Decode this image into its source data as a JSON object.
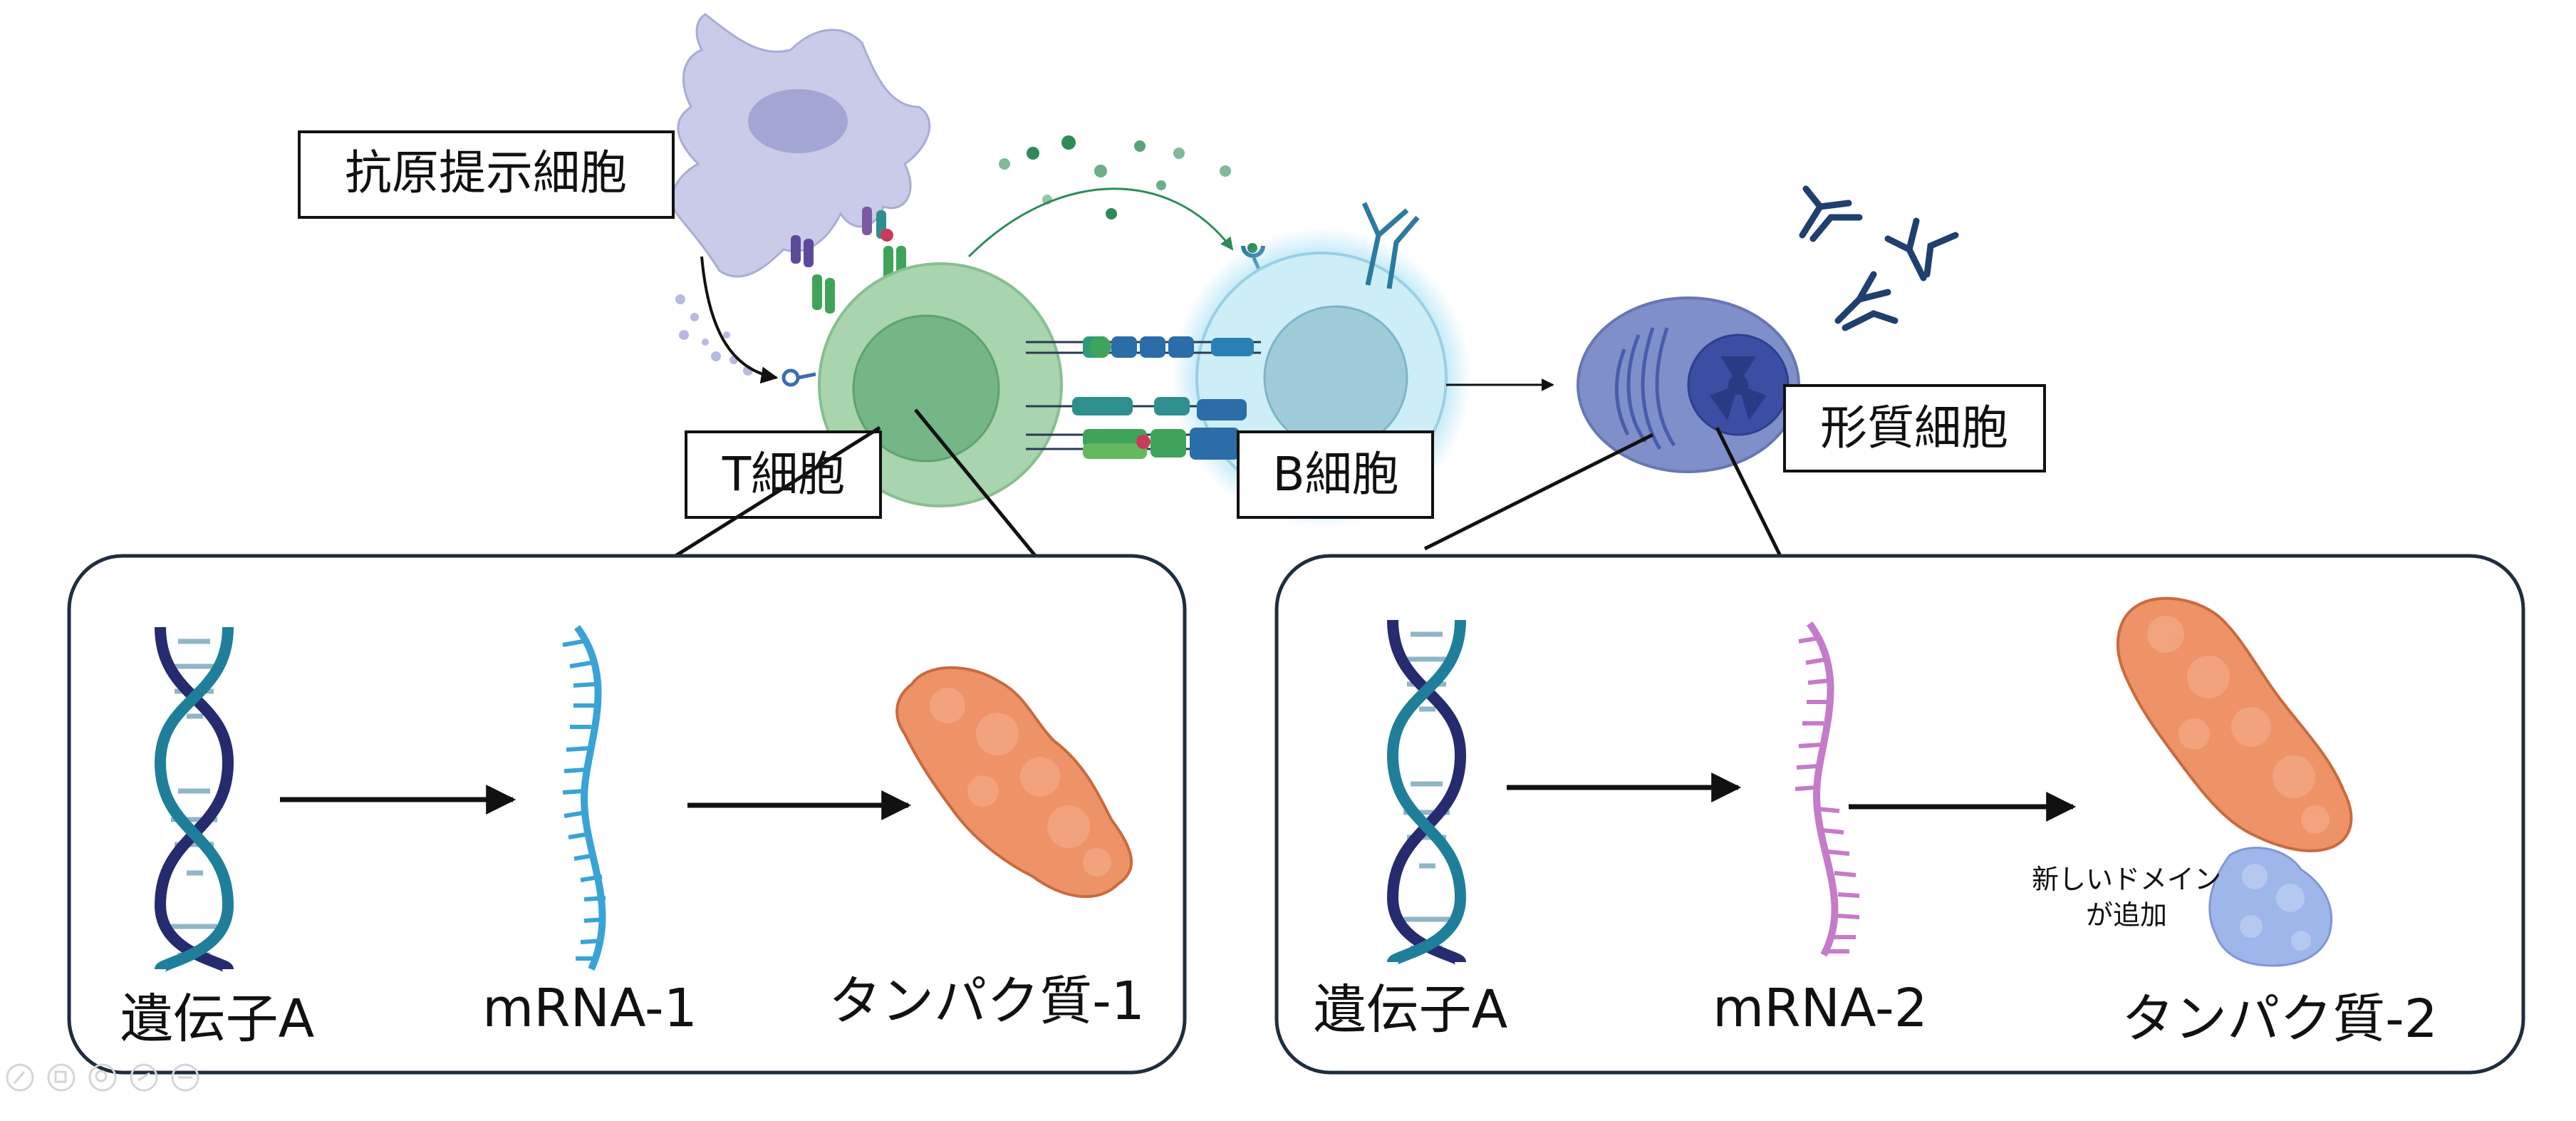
{
  "labels": {
    "apc": "抗原提示細胞",
    "t_cell": "T細胞",
    "b_cell": "B細胞",
    "plasma_cell": "形質細胞"
  },
  "left_panel": {
    "gene": "遺伝子A",
    "mrna": "mRNA-1",
    "protein": "タンパク質-1"
  },
  "right_panel": {
    "gene": "遺伝子A",
    "mrna": "mRNA-2",
    "protein": "タンパク質-2",
    "annotation_line1": "新しいドメイン",
    "annotation_line2": "が追加"
  },
  "colors": {
    "apc": "#c9cbe8",
    "t_cell": "#a8d5ad",
    "t_nucleus": "#74b685",
    "b_cell": "#cdeef6",
    "b_glow": "#8fd8f5",
    "b_nucleus": "#9fcbd9",
    "plasma_cell": "#7f8fc9",
    "dna_navy": "#252b6e",
    "dna_teal": "#1f7f9a",
    "mrna1": "#3aa3d6",
    "mrna2": "#c57bc9",
    "protein_orange": "#ee9268",
    "domain_blue": "#9fb6ea",
    "panel_border": "#1f2d3d",
    "antibody": "#1f3f6e"
  },
  "toolbar_icons": [
    "edit-icon",
    "copy-icon",
    "zoom-icon",
    "share-icon",
    "more-icon"
  ]
}
